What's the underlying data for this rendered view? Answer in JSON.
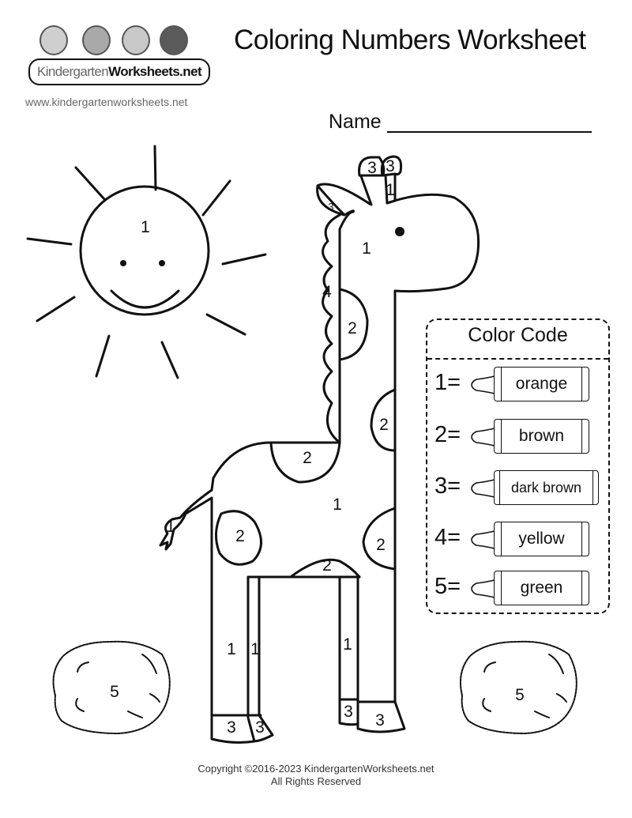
{
  "header": {
    "logo_text_left": "Kindergarten",
    "logo_text_right": "Worksheets.net",
    "site_url": "www.kindergartenworksheets.net",
    "title": "Coloring Numbers Worksheet",
    "name_label": "Name"
  },
  "picture": {
    "sun": {
      "number": "1"
    },
    "giraffe": {
      "horn_tips": [
        "3",
        "3"
      ],
      "horn": "1",
      "ear": "3",
      "head": "1",
      "mane": "4",
      "neck_spot": "2",
      "neck_spot_right": "2",
      "back_spot": "2",
      "body": "1",
      "body_spot_left": "2",
      "body_spot_right": "2",
      "belly_spot": "2",
      "tail_tip": "1",
      "legs": [
        "1",
        "1",
        "1"
      ],
      "hooves": [
        "3",
        "3",
        "3",
        "3"
      ]
    },
    "bush_left": {
      "number": "5"
    },
    "bush_right": {
      "number": "5"
    }
  },
  "color_code": {
    "title": "Color Code",
    "items": [
      {
        "number": "1=",
        "color": "orange"
      },
      {
        "number": "2=",
        "color": "brown"
      },
      {
        "number": "3=",
        "color": "dark brown"
      },
      {
        "number": "4=",
        "color": "yellow"
      },
      {
        "number": "5=",
        "color": "green"
      }
    ]
  },
  "footer": {
    "copyright": "Copyright ©2016-2023 KindergartenWorksheets.net",
    "rights": "All Rights Reserved"
  }
}
